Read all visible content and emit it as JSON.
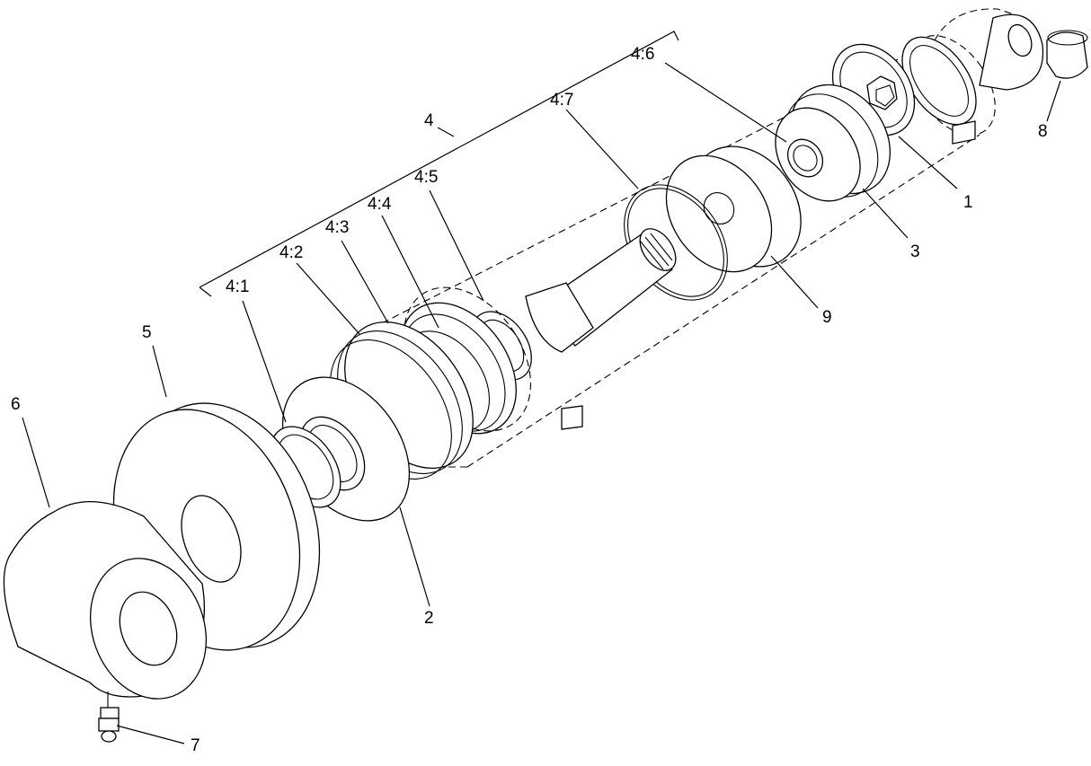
{
  "diagram": {
    "callouts": {
      "c1": "1",
      "c2": "2",
      "c3": "3",
      "c4": "4",
      "c4_1": "4:1",
      "c4_2": "4:2",
      "c4_3": "4:3",
      "c4_4": "4:4",
      "c4_5": "4:5",
      "c4_6": "4:6",
      "c4_7": "4:7",
      "c5": "5",
      "c6": "6",
      "c7": "7",
      "c8": "8",
      "c9": "9"
    }
  }
}
